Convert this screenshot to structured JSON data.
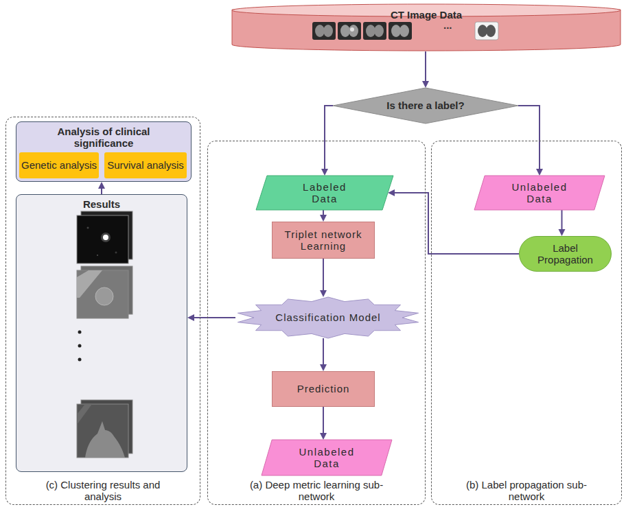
{
  "diagram": {
    "nodes": [
      {
        "text": [
          "CT Image Data"
        ]
      },
      {
        "text": [
          "Is there a label?"
        ]
      },
      {
        "text": [
          "(c) Clustering results and analysis"
        ]
      },
      {
        "text": [
          "Analysis of clinical significance"
        ],
        "in": 2
      },
      {
        "text": [
          "Genetic analysis"
        ],
        "in": 3
      },
      {
        "text": [
          "Survival analysis"
        ],
        "in": 3
      },
      {
        "text": [
          "Results"
        ],
        "in": 2
      },
      {
        "text": [
          "(a) Deep metric learning sub-network"
        ]
      },
      {
        "text": [
          "Labeled Data"
        ],
        "in": 7
      },
      {
        "text": [
          "Triplet network Learning"
        ],
        "in": 7
      },
      {
        "text": [
          "Classification Model"
        ],
        "in": 7
      },
      {
        "text": [
          "Prediction"
        ],
        "in": 7
      },
      {
        "text": [
          "Unlabeled Data"
        ],
        "in": 7
      },
      {
        "text": [
          "(b) Label propagation sub-network"
        ]
      },
      {
        "text": [
          "Unlabeled Data"
        ],
        "in": 13
      },
      {
        "text": [
          "Label Propagation"
        ],
        "in": 13
      }
    ],
    "edges": [
      {
        "from": 0,
        "to": 1,
        "arrow": "to"
      },
      {
        "from": 1,
        "to": 8,
        "arrow": "to"
      },
      {
        "from": 1,
        "to": 14,
        "arrow": "to"
      },
      {
        "from": 14,
        "to": 15,
        "arrow": "to"
      },
      {
        "from": 15,
        "to": 8,
        "arrow": "to"
      },
      {
        "from": 8,
        "to": 9,
        "arrow": "to"
      },
      {
        "from": 9,
        "to": 10,
        "arrow": "to"
      },
      {
        "from": 10,
        "to": 6,
        "arrow": "to"
      },
      {
        "from": 10,
        "to": 11,
        "arrow": "to"
      },
      {
        "from": 11,
        "to": 12,
        "arrow": "to"
      },
      {
        "from": 6,
        "to": 3,
        "arrow": "to"
      }
    ],
    "labels": [
      "..."
    ]
  }
}
